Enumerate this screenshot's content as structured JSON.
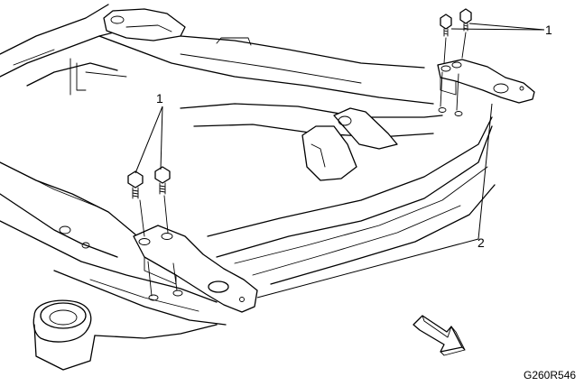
{
  "callouts": {
    "bolts_upper": "1",
    "bolts_lower": "1",
    "brackets": "2"
  },
  "figure_id": "G260R546"
}
